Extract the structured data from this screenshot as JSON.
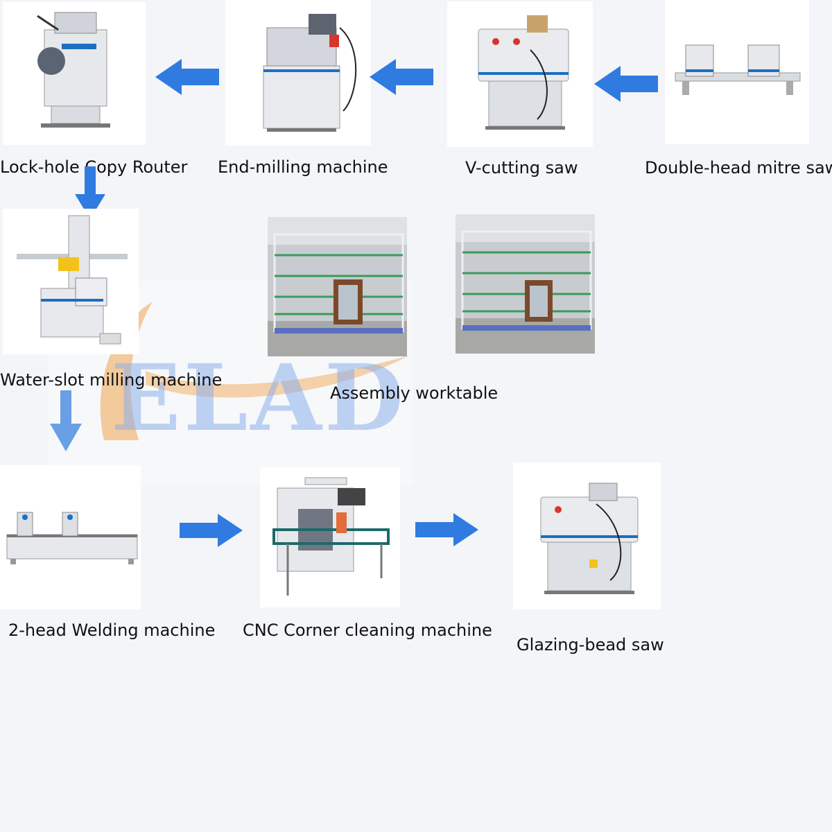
{
  "watermark": {
    "text": "ELAD"
  },
  "steps": {
    "lockhole": {
      "label": "Lock-hole Copy Router"
    },
    "endmill": {
      "label": "End-milling machine"
    },
    "vcut": {
      "label": "V-cutting saw"
    },
    "mitre": {
      "label": "Double-head mitre saw"
    },
    "waterslot": {
      "label": "Water-slot milling machine"
    },
    "assembly": {
      "label": "Assembly worktable"
    },
    "welding": {
      "label": "2-head Welding machine"
    },
    "cnc": {
      "label": "CNC Corner cleaning machine"
    },
    "bead": {
      "label": "Glazing-bead saw"
    }
  },
  "colors": {
    "arrow": "#2f7be0",
    "machine_body": "#e6e8ec",
    "accent": "#1a6fc2"
  }
}
